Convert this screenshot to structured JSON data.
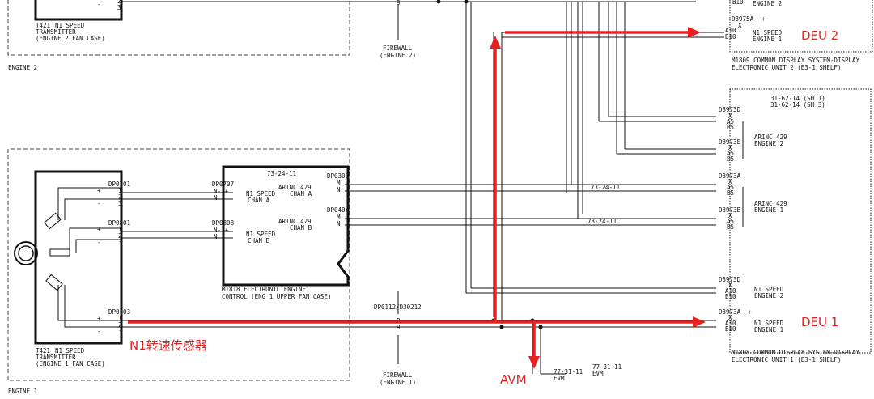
{
  "labels": {
    "engine2": "ENGINE 2",
    "engine1": "ENGINE 1",
    "t421_top": [
      "T421",
      "N1 SPEED",
      "TRANSMITTER",
      "(ENGINE 2 FAN CASE)"
    ],
    "t421_bot": [
      "T421",
      "N1 SPEED",
      "TRANSMITTER",
      "(ENGINE 1 FAN CASE)"
    ],
    "firewall2": [
      "FIREWALL",
      "(ENGINE 2)"
    ],
    "firewall1": [
      "FIREWALL",
      "(ENGINE 1)"
    ],
    "dp0112": "DP0112/D30212",
    "eec_ref": "73-24-11",
    "eec_title": [
      "M1818   ELECTRONIC ENGINE",
      "CONTROL (ENG 1 UPPER FAN CASE)"
    ],
    "dp0707": "DP0707",
    "dp0808": "DP0808",
    "dp0701": "DP0701",
    "dp0801": "DP0801",
    "dp0103": "DP0103",
    "dp0303": "DP0303",
    "dp0404": "DP0404",
    "chan_a": [
      "N1 SPEED",
      "CHAN A"
    ],
    "chan_b": [
      "N1 SPEED",
      "CHAN B"
    ],
    "arinc_a": [
      "ARINC 429",
      "CHAN A"
    ],
    "arinc_b": [
      "ARINC 429",
      "CHAN B"
    ],
    "ref_73a": "73-24-11",
    "ref_73b": "73-24-11",
    "ref_sh": [
      "31-62-14 (SH 1)",
      "31-62-14 (SH 3)"
    ],
    "d3973d_top": "D3973D",
    "d3973e": "D3973E",
    "d3973a_mid": "D3973A",
    "d3973b": "D3973B",
    "d3973d_bot": "D3973D",
    "d3975a_top": "D3975A",
    "d3973a_bot": "D3973A",
    "arinc_eng2": [
      "ARINC 429",
      "ENGINE 2"
    ],
    "arinc_eng1": [
      "ARINC 429",
      "ENGINE 1"
    ],
    "n1_eng2": [
      "N1 SPEED",
      "ENGINE 2"
    ],
    "n1_eng1": [
      "N1 SPEED",
      "ENGINE 1"
    ],
    "m1809": [
      "M1809  COMMON DISPLAY SYSTEM-DISPLAY",
      "ELECTRONIC UNIT 2 (E3-1 SHELF)"
    ],
    "m1808": [
      "M1808  COMMON DISPLAY SYSTEM-DISPLAY",
      "ELECTRONIC UNIT 1 (E3-1 SHELF)"
    ],
    "evm_a": [
      "77-31-11",
      "EVM"
    ],
    "evm_b": [
      "77-31-11",
      "EVM"
    ],
    "engine2_top_label": "ENGINE 2"
  },
  "annotations": {
    "deu2": "DEU 2",
    "deu1": "DEU 1",
    "avm": "AVM",
    "n1_sensor": "N1转速传感器"
  }
}
